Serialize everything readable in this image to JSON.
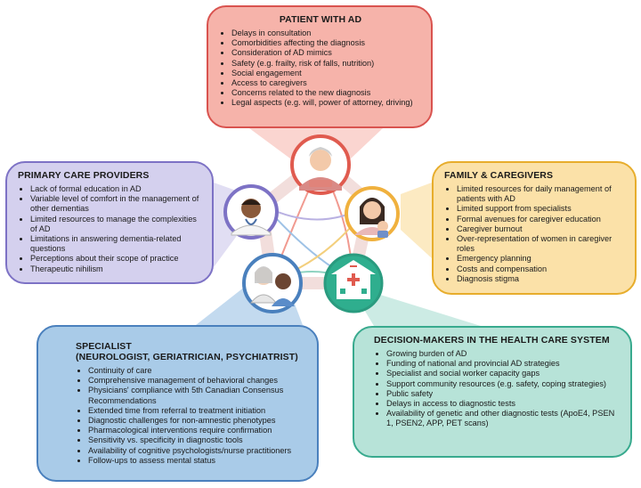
{
  "patient": {
    "title": "PATIENT WITH AD",
    "items": [
      "Delays in consultation",
      "Comorbidities affecting the diagnosis",
      "Consideration of AD mimics",
      "Safety (e.g. frailty, risk of falls, nutrition)",
      "Social engagement",
      "Access to caregivers",
      "Concerns related to the new diagnosis",
      "Legal aspects (e.g. will, power of attorney, driving)"
    ],
    "color": "#d9534f"
  },
  "primary_care": {
    "title": "PRIMARY CARE PROVIDERS",
    "items": [
      "Lack of formal education in AD",
      "Variable level of comfort in the management of other dementias",
      "Limited resources to manage the complexities of AD",
      "Limitations in answering dementia-related questions",
      "Perceptions about their scope of practice",
      "Therapeutic nihilism"
    ],
    "color": "#7d72c5"
  },
  "family": {
    "title": "FAMILY & CAREGIVERS",
    "items": [
      "Limited resources for daily management of patients with AD",
      "Limited support from specialists",
      "Formal avenues for caregiver education",
      "Caregiver burnout",
      "Over-representation of women in caregiver roles",
      "Emergency planning",
      "Costs and compensation",
      "Diagnosis stigma"
    ],
    "color": "#e7ad2c"
  },
  "specialist": {
    "title": "SPECIALIST",
    "subtitle": "(NEUROLOGIST, GERIATRICIAN, PSYCHIATRIST)",
    "items": [
      "Continuity of care",
      "Comprehensive management of behavioral changes",
      "Physicians' compliance with 5th Canadian Consensus Recommendations",
      "Extended time from referral to treatment initiation",
      "Diagnostic challenges for non-amnestic phenotypes",
      "Pharmacological interventions require confirmation",
      "Sensitivity vs. specificity in diagnostic tools",
      "Availability of cognitive psychologists/nurse practitioners",
      "Follow-ups to assess mental status"
    ],
    "color": "#4a80bd"
  },
  "decision": {
    "title": "DECISION-MAKERS IN THE HEALTH CARE SYSTEM",
    "items": [
      "Growing burden of AD",
      "Funding of national and provincial AD strategies",
      "Specialist and social worker capacity gaps",
      "Support community resources (e.g. safety, coping strategies)",
      "Public safety",
      "Delays in access to diagnostic tests",
      "Availability of genetic and other diagnostic tests (ApoE4, PSEN 1, PSEN2, APP, PET scans)"
    ],
    "color": "#38aa8e"
  },
  "icons": [
    "elderly-patient-icon",
    "caregiver-mother-child-icon",
    "hospital-icon",
    "specialist-doctors-icon",
    "primary-care-doctor-icon"
  ]
}
